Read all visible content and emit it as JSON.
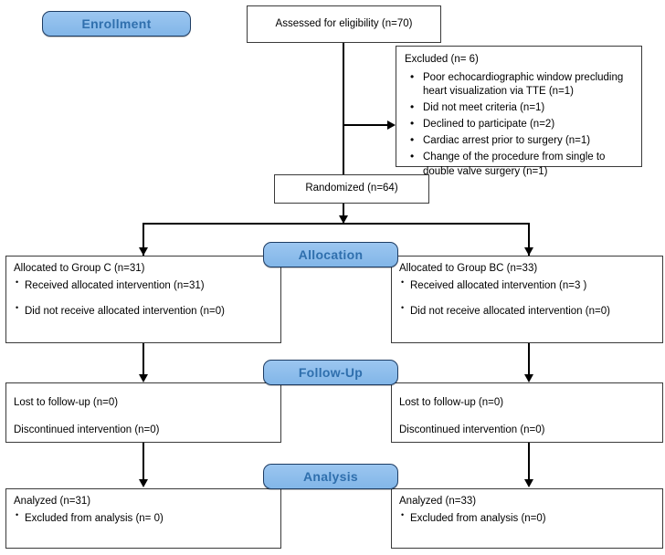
{
  "diagram": {
    "type": "consort-flow-diagram",
    "colors": {
      "stage_fill": "#8fbfee",
      "stage_text": "#2f6fad",
      "stage_border": "#1d3c63",
      "box_border": "#3a3a3a",
      "box_fill": "#ffffff",
      "connector": "#000000",
      "text": "#000000"
    }
  },
  "stages": {
    "enrollment": "Enrollment",
    "allocation": "Allocation",
    "followup": "Follow-Up",
    "analysis": "Analysis"
  },
  "enrollment": {
    "assessed": "Assessed for eligibility (n=70)",
    "excluded_title": "Excluded (n= 6)",
    "excluded_reasons": [
      "Poor echocardiographic window precluding heart visualization via TTE (n=1)",
      "Did not meet criteria (n=1)",
      "Declined to participate (n=2)",
      "Cardiac arrest prior to surgery (n=1)",
      "Change of the procedure from single to double valve surgery (n=1)"
    ],
    "randomized": "Randomized (n=64)"
  },
  "allocation": {
    "left": {
      "title": "Allocated to Group C (n=31)",
      "items": [
        "Received allocated intervention (n=31)",
        "Did not receive allocated intervention (n=0)"
      ]
    },
    "right": {
      "title": "Allocated to Group BC (n=33)",
      "items": [
        "Received allocated intervention (n=3 )",
        "Did not receive allocated intervention (n=0)"
      ]
    }
  },
  "followup": {
    "left": {
      "lost": "Lost to follow-up (n=0)",
      "discontinued": "Discontinued intervention (n=0)"
    },
    "right": {
      "lost": "Lost to follow-up (n=0)",
      "discontinued": "Discontinued intervention (n=0)"
    }
  },
  "analysis": {
    "left": {
      "title": "Analyzed (n=31)",
      "items": [
        "Excluded from analysis (n= 0)"
      ]
    },
    "right": {
      "title": "Analyzed (n=33)",
      "items": [
        "Excluded from analysis (n=0)"
      ]
    }
  }
}
